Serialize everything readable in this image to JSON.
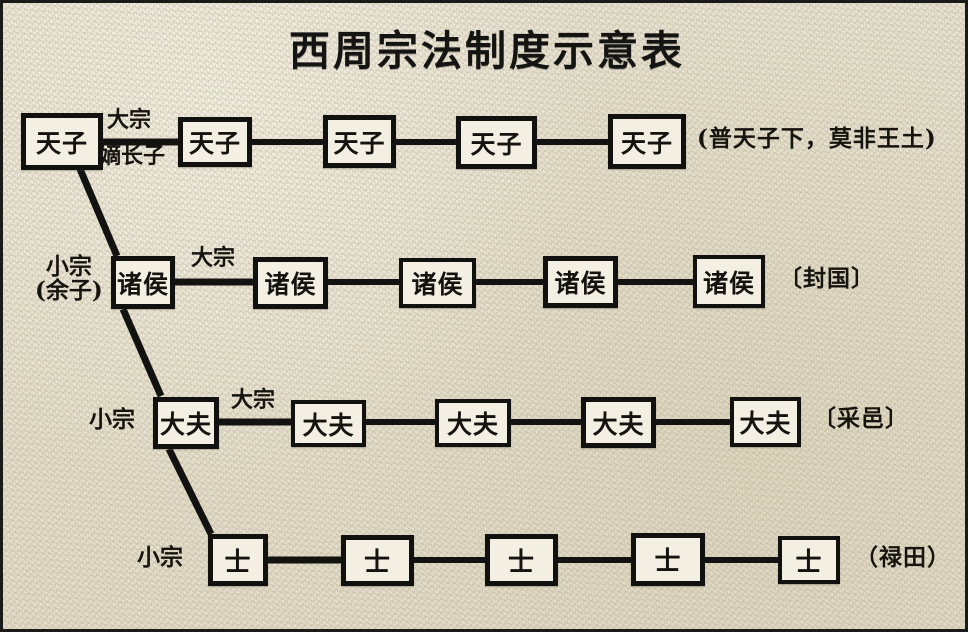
{
  "title": "西周宗法制度示意表",
  "colors": {
    "paper": "#e9e4d4",
    "ink": "#141412",
    "box_fill": "#f3efe2",
    "frame": "#1a1a18"
  },
  "rows": [
    {
      "id": "row-tianzi",
      "side_label": "",
      "side_label_sub": "",
      "link_label_top": "大宗",
      "link_label_bottom": "嫡长子",
      "nodes": [
        "天子",
        "天子",
        "天子",
        "天子",
        "天子"
      ],
      "note": "(普天子下，莫非王土)"
    },
    {
      "id": "row-zhuhou",
      "side_label": "小宗",
      "side_label_sub": "(余子)",
      "link_label_top": "大宗",
      "link_label_bottom": "",
      "nodes": [
        "诸侯",
        "诸侯",
        "诸侯",
        "诸侯",
        "诸侯"
      ],
      "note": "〔封国〕"
    },
    {
      "id": "row-dafu",
      "side_label": "小宗",
      "side_label_sub": "",
      "link_label_top": "大宗",
      "link_label_bottom": "",
      "nodes": [
        "大夫",
        "大夫",
        "大夫",
        "大夫",
        "大夫"
      ],
      "note": "〔采邑〕"
    },
    {
      "id": "row-shi",
      "side_label": "小宗",
      "side_label_sub": "",
      "link_label_top": "",
      "link_label_bottom": "",
      "nodes": [
        "士",
        "士",
        "士",
        "士",
        "士"
      ],
      "note": "（禄田）"
    }
  ]
}
